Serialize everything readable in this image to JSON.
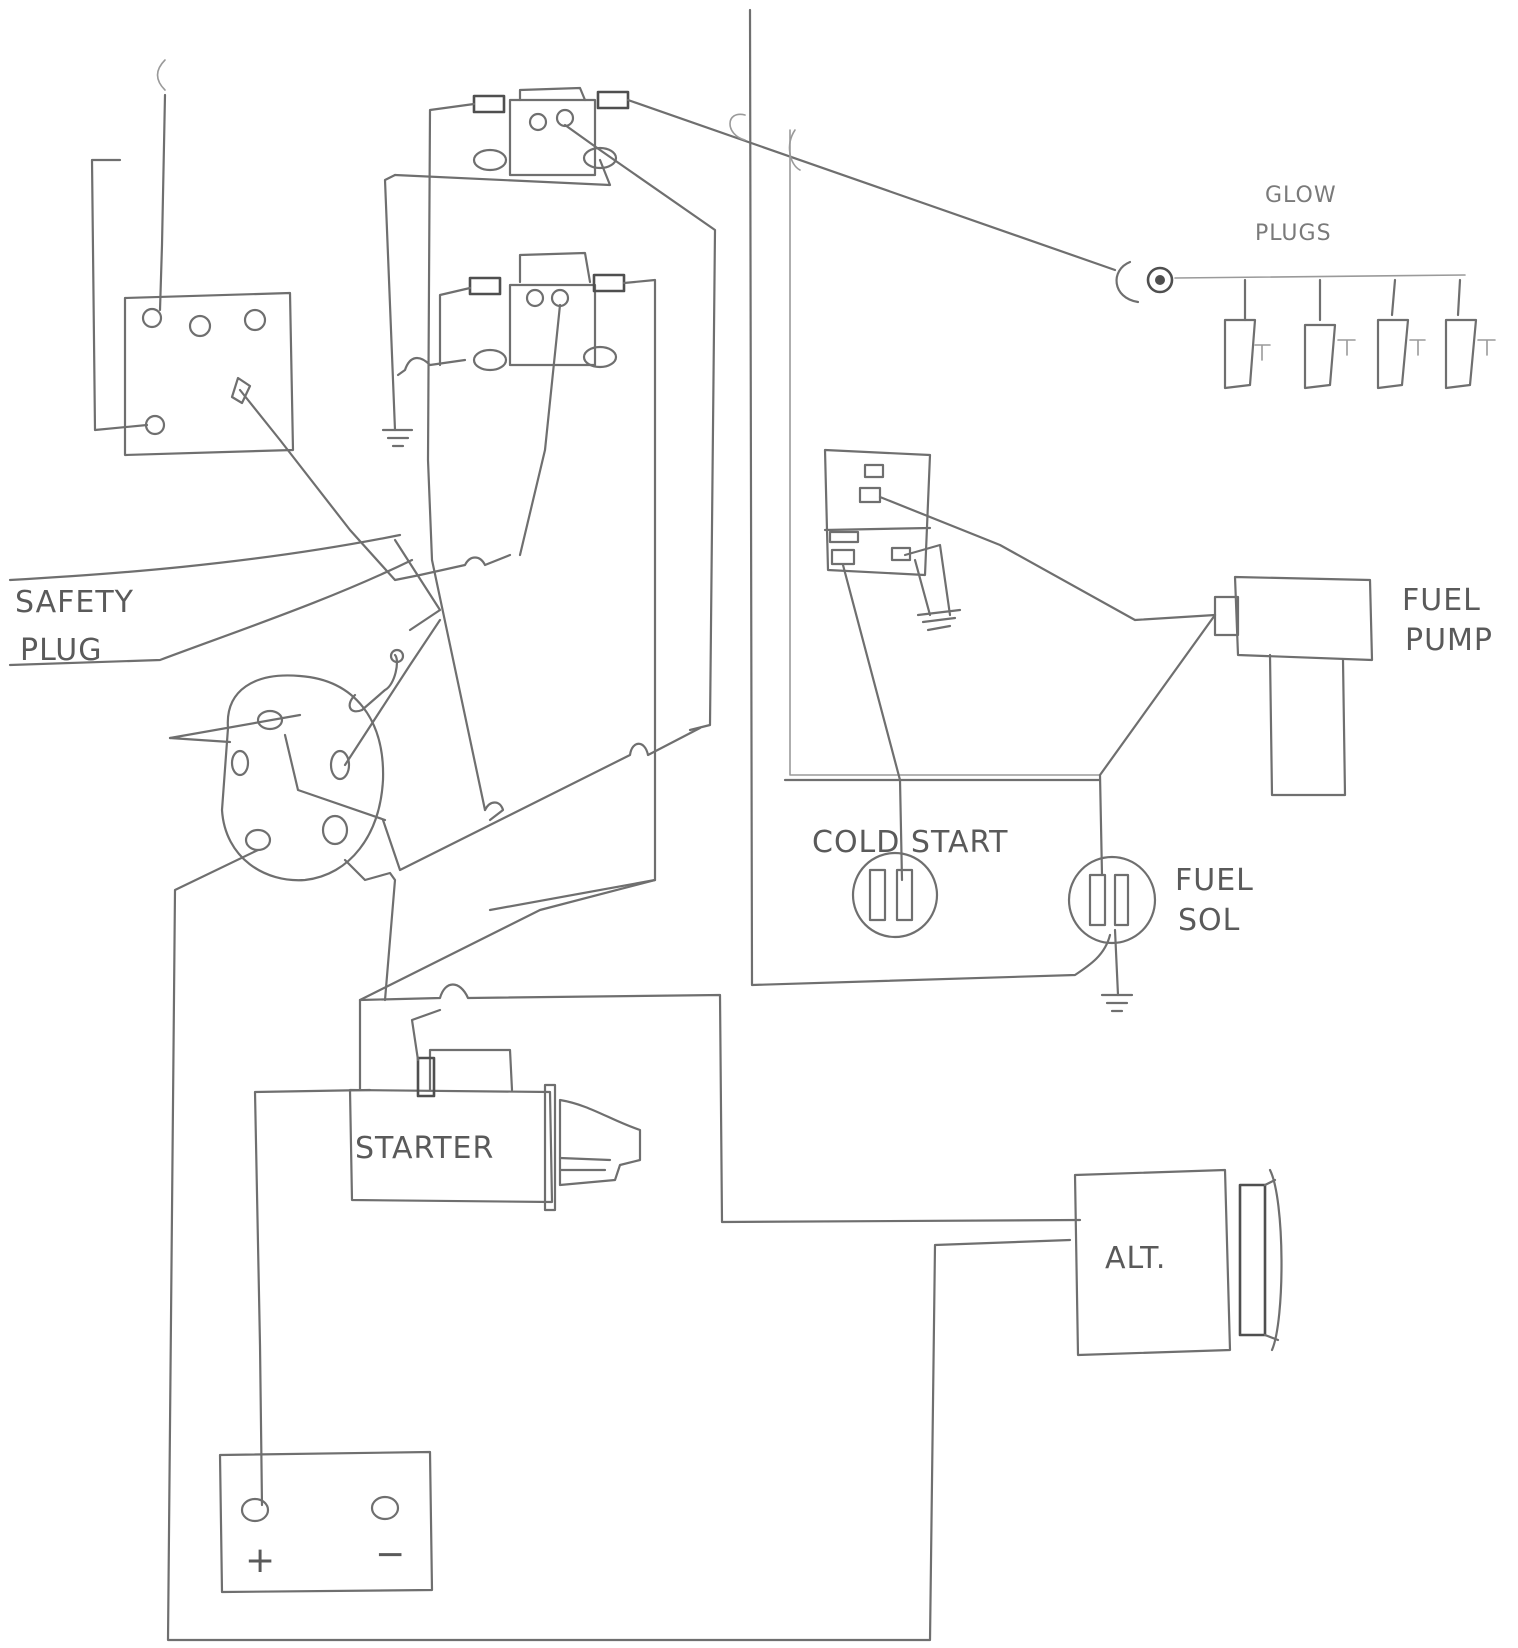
{
  "labels": {
    "safety_plug_line1": "SAFETY",
    "safety_plug_line2": "PLUG",
    "glow_plugs_line1": "GLOW",
    "glow_plugs_line2": "PLUGS",
    "fuel_pump_line1": "FUEL",
    "fuel_pump_line2": "PUMP",
    "cold_start": "COLD START",
    "fuel_sol_line1": "FUEL",
    "fuel_sol_line2": "SOL",
    "starter": "STARTER",
    "alternator": "ALT.",
    "battery_positive": "+",
    "battery_negative": "−"
  },
  "colors": {
    "ink": "#6f6f6f",
    "ink_dark": "#4f4f4f",
    "paper": "#ffffff"
  }
}
